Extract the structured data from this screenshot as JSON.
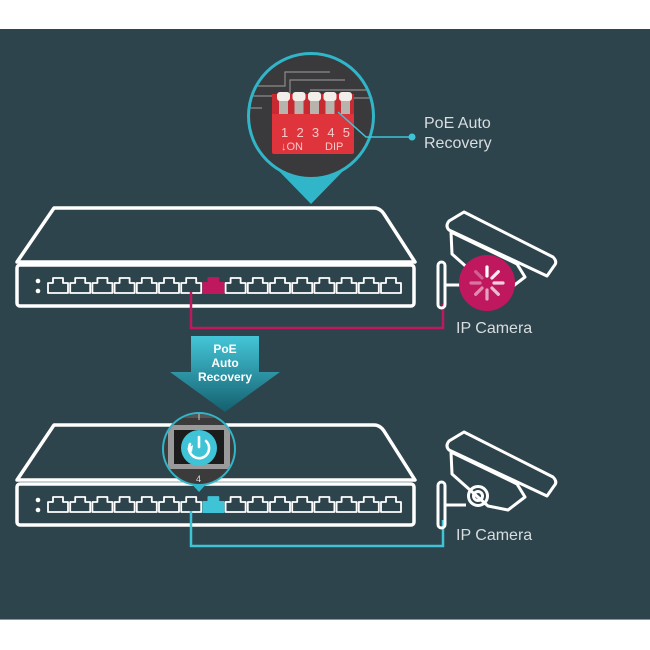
{
  "diagram": {
    "title": "PoE Auto Recovery",
    "callout": {
      "label_line1": "PoE Auto",
      "label_line2": "Recovery",
      "dip_switch": {
        "numbers": [
          "1",
          "2",
          "3",
          "4",
          "5"
        ],
        "on_label": "ON",
        "dip_label": "DIP",
        "active_switch": 5
      }
    },
    "before": {
      "switch_port_count": 16,
      "highlighted_port": 8,
      "device_label": "IP Camera",
      "device_state": "loading",
      "link_color": "#c0185f"
    },
    "transition": {
      "line1": "PoE",
      "line2": "Auto",
      "line3": "Recovery"
    },
    "after": {
      "switch_port_count": 16,
      "highlighted_port": 8,
      "zoom_port_label": "4",
      "zoom_icon": "power-restart-icon",
      "device_label": "IP Camera",
      "device_state": "running",
      "link_color": "#3ec4d6"
    },
    "colors": {
      "background": "#2e444c",
      "outline": "#ffffff",
      "magenta": "#c0185f",
      "cyan": "#3ec4d6",
      "dip_red": "#e0343c"
    }
  }
}
